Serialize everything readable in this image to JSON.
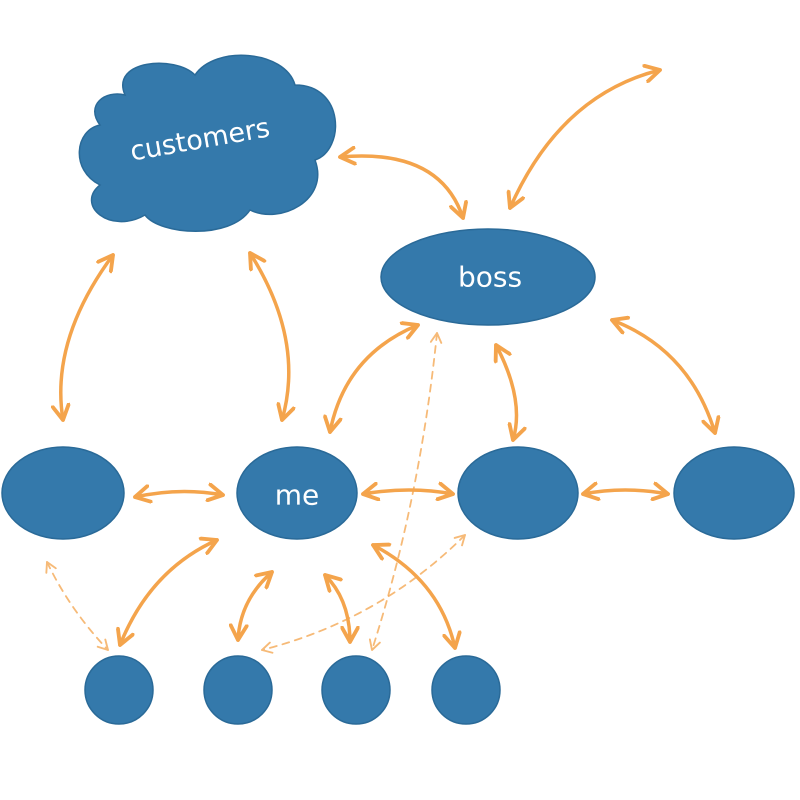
{
  "colors": {
    "node_fill": "#3479ab",
    "arrow": "#f4a44c"
  },
  "nodes": {
    "customers": {
      "label": "customers",
      "shape": "cloud"
    },
    "boss": {
      "label": "boss",
      "shape": "ellipse"
    },
    "me": {
      "label": "me",
      "shape": "ellipse"
    },
    "peer_left": {
      "label": "",
      "shape": "ellipse"
    },
    "peer_right": {
      "label": "",
      "shape": "ellipse"
    },
    "peer_far_right": {
      "label": "",
      "shape": "ellipse"
    },
    "report_1": {
      "label": "",
      "shape": "circle"
    },
    "report_2": {
      "label": "",
      "shape": "circle"
    },
    "report_3": {
      "label": "",
      "shape": "circle"
    },
    "report_4": {
      "label": "",
      "shape": "circle"
    }
  },
  "connections": [
    {
      "from": "customers",
      "to": "boss",
      "style": "solid"
    },
    {
      "from": "boss",
      "to": "outside",
      "style": "solid"
    },
    {
      "from": "customers",
      "to": "peer_left",
      "style": "solid"
    },
    {
      "from": "customers",
      "to": "me",
      "style": "solid"
    },
    {
      "from": "boss",
      "to": "me",
      "style": "solid"
    },
    {
      "from": "boss",
      "to": "peer_right",
      "style": "solid"
    },
    {
      "from": "boss",
      "to": "peer_far_right",
      "style": "solid"
    },
    {
      "from": "peer_left",
      "to": "me",
      "style": "solid"
    },
    {
      "from": "me",
      "to": "peer_right",
      "style": "solid"
    },
    {
      "from": "peer_right",
      "to": "peer_far_right",
      "style": "solid"
    },
    {
      "from": "me",
      "to": "report_1",
      "style": "solid"
    },
    {
      "from": "me",
      "to": "report_2",
      "style": "solid"
    },
    {
      "from": "me",
      "to": "report_3",
      "style": "solid"
    },
    {
      "from": "me",
      "to": "report_4",
      "style": "solid"
    },
    {
      "from": "boss",
      "to": "report_3",
      "style": "dashed"
    },
    {
      "from": "peer_left",
      "to": "report_1",
      "style": "dashed"
    },
    {
      "from": "peer_right",
      "to": "report_2",
      "style": "dashed"
    }
  ]
}
